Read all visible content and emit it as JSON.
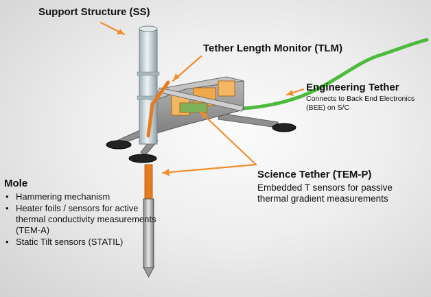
{
  "labels": {
    "support_structure": "Support Structure (SS)",
    "tether_length_monitor": "Tether Length Monitor (TLM)",
    "engineering_tether": {
      "title": "Engineering Tether",
      "description": "Connects to Back End Electronics (BEE) on S/C"
    },
    "science_tether": {
      "title": "Science Tether (TEM-P)",
      "description": "Embedded T sensors for passive thermal gradient measurements"
    },
    "mole": {
      "title": "Mole",
      "items": [
        "Hammering mechanism",
        "Heater foils / sensors for active thermal conductivity measurements (TEM-A)",
        "Static Tilt sensors (STATIL)"
      ]
    }
  },
  "colors": {
    "arrow": "#f28c28",
    "science_tether": "#e87a1e",
    "engineering_tether": "#4cbb3c",
    "housing": "#9a9a9a",
    "tube": "#c9d6db"
  }
}
